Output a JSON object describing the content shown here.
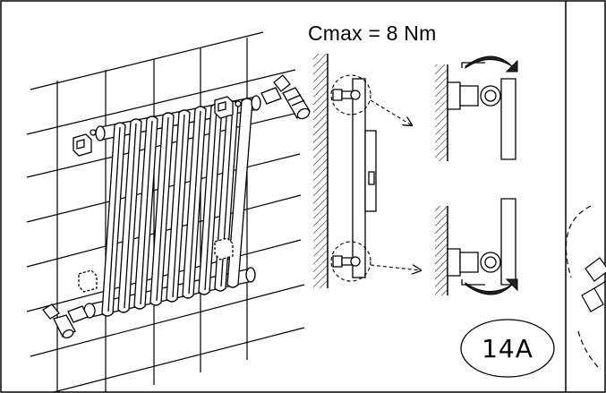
{
  "torque_label": "Cmax = 8 Nm",
  "step_label": "14A",
  "colors": {
    "line": "#000000",
    "background": "#ffffff",
    "arrow_fill": "#222222"
  },
  "icons": [
    "radiator",
    "wall-tiles",
    "wall-bracket",
    "thermostatic-valve",
    "lockshield-valve",
    "rotation-arrow",
    "dashed-pointer-arrow"
  ]
}
